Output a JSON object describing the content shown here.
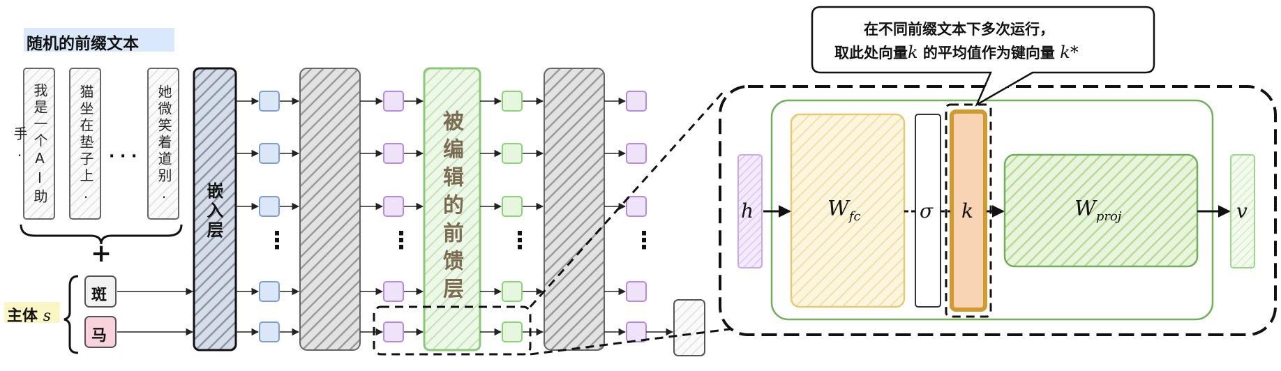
{
  "title_random_prefixes": "随机的前缀文本",
  "prefix_cards": [
    {
      "text": "我是一个AI助手."
    },
    {
      "text": "猫坐在垫子上."
    },
    {
      "text": "她微笑着道别."
    }
  ],
  "ellipsis_h": "· · ·",
  "plus": "+",
  "subject_label": "主体",
  "subject_symbol": "s",
  "subject_tokens": [
    "斑",
    "马"
  ],
  "embedding_layer": "嵌入层",
  "edited_ffn_layer": "被编辑的前馈层",
  "vdots": "⋮",
  "callout": {
    "line1": "在不同前缀文本下多次运行，",
    "line2_part1": "取此处向量",
    "line2_k": "k",
    "line2_part2": " 的平均值作为键向量 ",
    "line2_kstar": "k*"
  },
  "zoom_symbols": {
    "h": "h",
    "w_fc": "W",
    "w_fc_sub": "fc",
    "sigma": "σ",
    "k": "k",
    "w_proj": "W",
    "w_proj_sub": "proj",
    "v": "v"
  },
  "colors": {
    "token_blue": "#dbe6f7",
    "token_purple": "#efe3fa",
    "token_green": "#e6f6df",
    "ffn_green": "#8bc87a",
    "k_orange": "#f4c98e",
    "k_border": "#d19a2e",
    "wfc_yellow": "#f7e3a8",
    "wproj_green": "#b8dc9c",
    "title_bg": "#d9e8fb",
    "subject_bg": "#fbf7c4",
    "zebra_pink": "#f8d3dc"
  }
}
